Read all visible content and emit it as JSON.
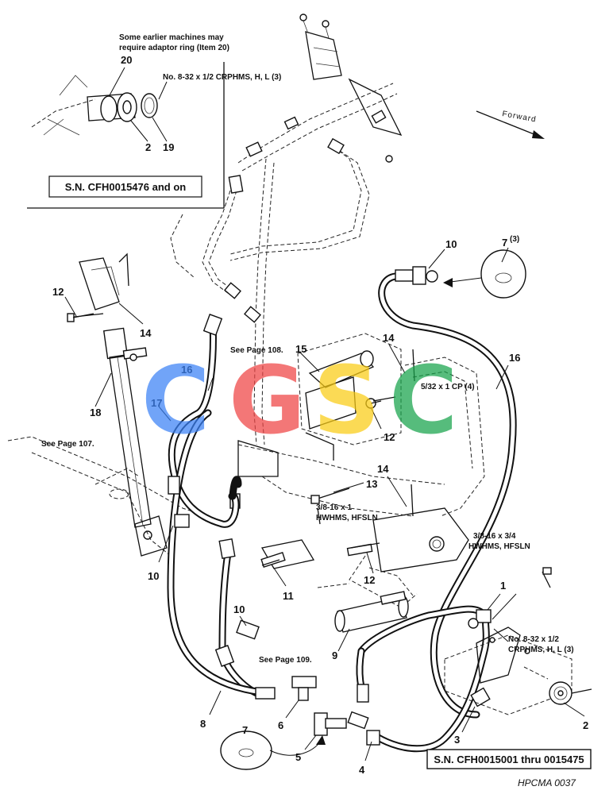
{
  "inset": {
    "note": [
      "Some earlier machines may",
      "require adaptor ring (Item 20)"
    ],
    "screw_note": "No. 8-32 x 1/2 CRPHMS, H, L (3)",
    "serial": "S.N. CFH0015476 and on",
    "callouts": {
      "i20": "20",
      "i2": "2",
      "i19": "19"
    }
  },
  "forward_label": "Forward",
  "callouts": {
    "c1": "1",
    "c2": "2",
    "c3": "3",
    "c4": "4",
    "c5": "5",
    "c6": "6",
    "c7a": "7",
    "c7a_qty": "(3)",
    "c7b": "7",
    "c8": "8",
    "c9": "9",
    "c10a": "10",
    "c10b": "10",
    "c10c": "10",
    "c11": "11",
    "c12a": "12",
    "c12b": "12",
    "c12c": "12",
    "c13": "13",
    "c14a": "14",
    "c14b": "14",
    "c14c": "14",
    "c15": "15",
    "c16a": "16",
    "c16b": "16",
    "c17": "17",
    "c18": "18"
  },
  "notes": {
    "page108": "See Page 108.",
    "page107": "See Page 107.",
    "page109": "See Page 109.",
    "cp": "5/32 x 1 CP (4)",
    "bolt1": [
      "3/8-16 x 1",
      "HWHMS, HFSLN"
    ],
    "bolt2": [
      "3/8-16 x 3/4",
      "HWHMS, HFSLN"
    ],
    "screw2": [
      "No. 8-32 x 1/2",
      "CRPHMS, H, L (3)"
    ]
  },
  "serial_main": "S.N. CFH0015001 thru 0015475",
  "figure_id": "HPCMA 0037",
  "watermark": {
    "letters": [
      "C",
      "G",
      "S",
      "C"
    ],
    "colors": [
      "#3b82f6",
      "#ef4444",
      "#facc15",
      "#16a34a"
    ]
  }
}
